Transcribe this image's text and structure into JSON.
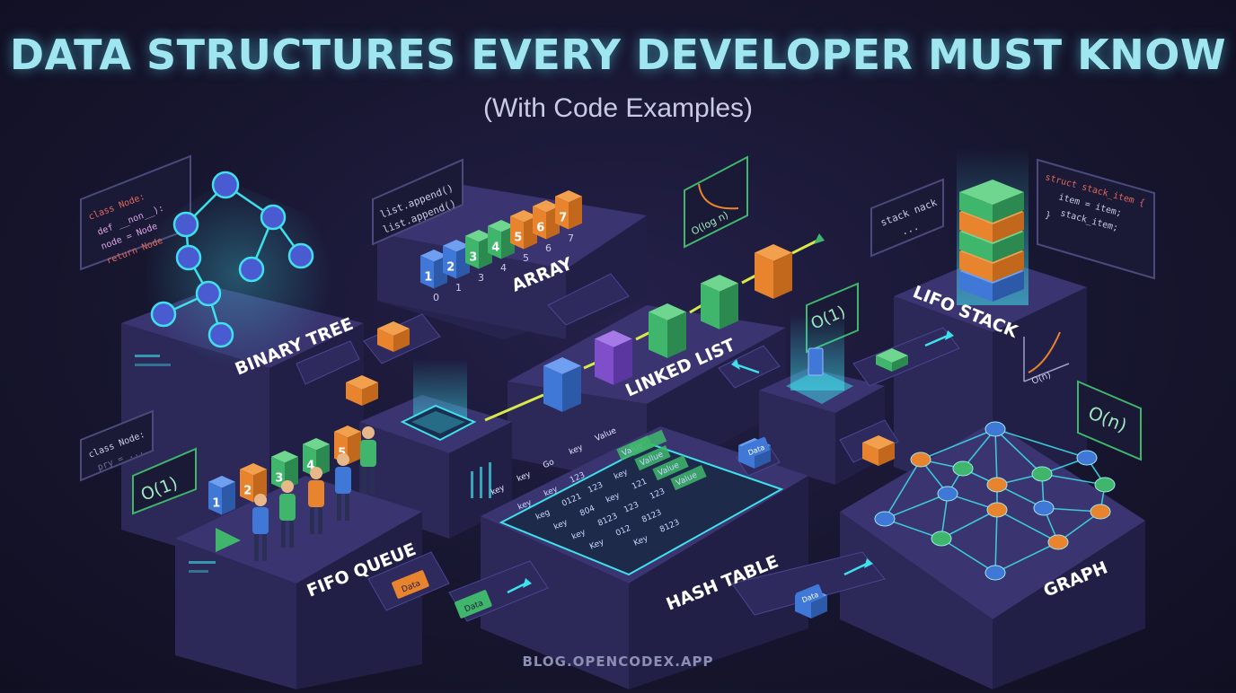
{
  "header": {
    "title": "DATA STRUCTURES EVERY DEVELOPER MUST KNOW",
    "subtitle": "(With Code Examples)"
  },
  "footer": {
    "site": "BLOG.OPENCODEX.APP"
  },
  "labels": {
    "binary_tree": "BINARY TREE",
    "array": "ARRAY",
    "linked_list": "LINKED LIST",
    "lifo_stack": "LIFO STACK",
    "fifo_queue": "FIFO QUEUE",
    "hash_table": "HASH TABLE",
    "graph": "GRAPH"
  },
  "array": {
    "values": [
      "1",
      "2",
      "3",
      "4",
      "5",
      "6",
      "7"
    ],
    "indices": [
      "0",
      "1",
      "3",
      "4",
      "5",
      "6",
      "7"
    ]
  },
  "queue": {
    "values": [
      "1",
      "2",
      "3",
      "4",
      "5"
    ]
  },
  "code": {
    "tree_lines": [
      "class Node:",
      "def __non__):",
      "node = Node",
      "return Node"
    ],
    "array_lines": [
      "list.append()",
      "list.append()"
    ],
    "stack_lines": [
      "stack nack",
      "..."
    ],
    "struct_lines": [
      "struct stack_item {",
      "item = item;",
      "stack_item;",
      "}"
    ],
    "queue_lines": [
      "class Node:",
      "pry = ..."
    ]
  },
  "complexity": {
    "log_n": "O(log n)",
    "o1_center": "O(1)",
    "o1_left": "O(1)",
    "on_right": "O(n)",
    "on_graph": "O(n)"
  },
  "hash": {
    "header": [
      "key",
      "key",
      "Go",
      "key",
      "Value"
    ],
    "rows": [
      [
        "key",
        "key",
        "123",
        "",
        "Value"
      ],
      [
        "keg",
        "0121",
        "123",
        "key",
        "Vallue"
      ],
      [
        "key",
        "804",
        "key",
        "121",
        "Value"
      ],
      [
        "key",
        "8123",
        "123",
        "123",
        "Value"
      ],
      [
        "Key",
        "012",
        "8123",
        "",
        ""
      ],
      [
        "",
        "Key",
        "8123",
        "",
        ""
      ]
    ]
  },
  "tokens": {
    "data_a": "Data",
    "data_b": "Data",
    "data_c": "Data",
    "data_d": "Data"
  },
  "colors": {
    "title": "#9fe6f0",
    "cyan": "#3fe0ec",
    "green": "#3fb66c",
    "blue": "#3f78d6",
    "orange": "#e8842e",
    "purple": "#7e4fc9",
    "platform_top": "#3a3570",
    "platform_side": "#27234f"
  }
}
